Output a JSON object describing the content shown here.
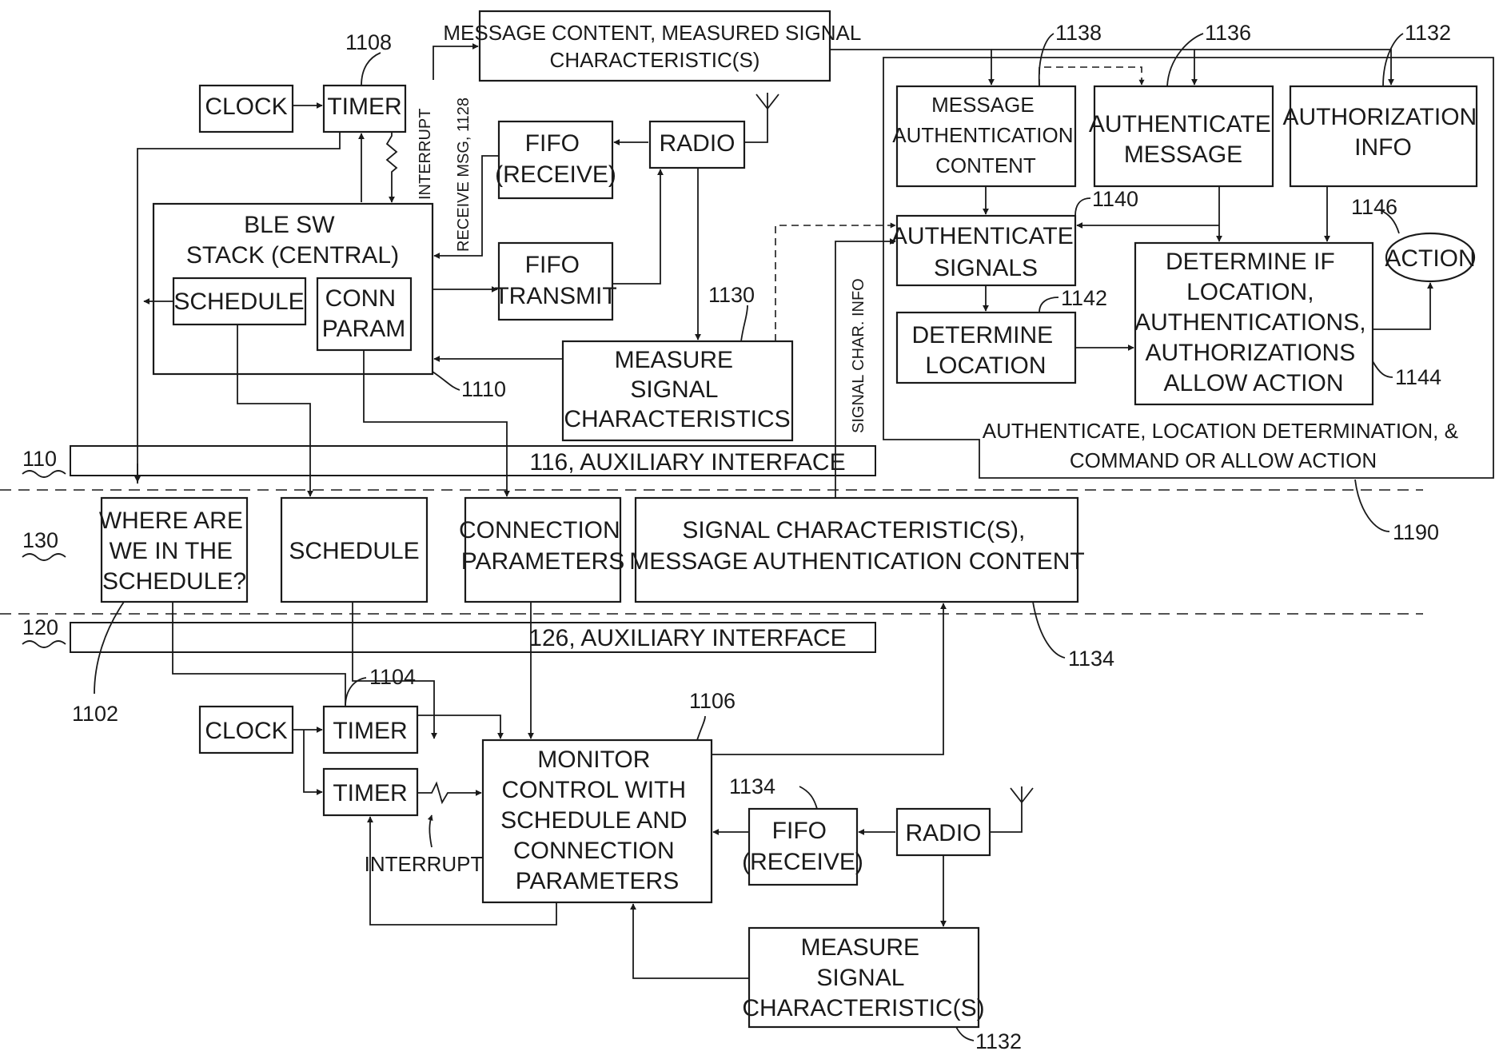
{
  "blocks": {
    "message_content": [
      "MESSAGE CONTENT, MEASURED SIGNAL",
      "CHARACTERISTIC(S)"
    ],
    "clock_top": "CLOCK",
    "timer_top": "TIMER",
    "fifo_receive_top": [
      "FIFO",
      "(RECEIVE)"
    ],
    "radio_top": "RADIO",
    "ble_stack": [
      "BLE SW",
      "STACK (CENTRAL)"
    ],
    "schedule_top": "SCHEDULE",
    "conn_param": [
      "CONN",
      "PARAM"
    ],
    "fifo_transmit": [
      "FIFO",
      "TRANSMIT"
    ],
    "measure_top": [
      "MEASURE",
      "SIGNAL",
      "CHARACTERISTICS"
    ],
    "msg_auth_content": [
      "MESSAGE",
      "AUTHENTICATION",
      "CONTENT"
    ],
    "authenticate_message": [
      "AUTHENTICATE",
      "MESSAGE"
    ],
    "authorization_info": [
      "AUTHORIZATION",
      "INFO"
    ],
    "authenticate_signals": [
      "AUTHENTICATE",
      "SIGNALS"
    ],
    "action": "ACTION",
    "determine_location": [
      "DETERMINE",
      "LOCATION"
    ],
    "determine_if": [
      "DETERMINE IF",
      "LOCATION,",
      "AUTHENTICATIONS,",
      "AUTHORIZATIONS",
      "ALLOW ACTION"
    ],
    "aux_interface_top": "116, AUXILIARY INTERFACE",
    "where_schedule": [
      "WHERE ARE",
      "WE IN THE",
      "SCHEDULE?"
    ],
    "schedule_mid": "SCHEDULE",
    "connection_params": [
      "CONNECTION",
      "PARAMETERS"
    ],
    "signal_char_content": [
      "SIGNAL CHARACTERISTIC(S),",
      "MESSAGE AUTHENTICATION CONTENT"
    ],
    "aux_interface_bottom": "126, AUXILIARY INTERFACE",
    "clock_bottom": "CLOCK",
    "timer_bottom_1": "TIMER",
    "timer_bottom_2": "TIMER",
    "monitor_control": [
      "MONITOR",
      "CONTROL WITH",
      "SCHEDULE AND",
      "CONNECTION",
      "PARAMETERS"
    ],
    "fifo_receive_bottom": [
      "FIFO",
      "(RECEIVE)"
    ],
    "radio_bottom": "RADIO",
    "measure_bottom": [
      "MEASURE",
      "SIGNAL",
      "CHARACTERISTIC(S)"
    ]
  },
  "labels": {
    "interrupt_vertical": "INTERRUPT",
    "receive_msg_vertical": "RECEIVE MSG, 1128",
    "signal_char_info_vertical": "SIGNAL CHAR. INFO",
    "interrupt_bottom": "INTERRUPT",
    "region_caption": [
      "AUTHENTICATE, LOCATION DETERMINATION, &",
      "COMMAND OR ALLOW ACTION"
    ]
  },
  "refs": {
    "r1108": "1108",
    "r1138": "1138",
    "r1136": "1136",
    "r1132_top": "1132",
    "r1140": "1140",
    "r1146": "1146",
    "r1130": "1130",
    "r1142": "1142",
    "r1110": "1110",
    "r1144": "1144",
    "r110": "110",
    "r130": "130",
    "r1190": "1190",
    "r120": "120",
    "r1134_mid": "1134",
    "r1104": "1104",
    "r1102": "1102",
    "r1106": "1106",
    "r1134_fifo": "1134",
    "r1132_bottom": "1132"
  },
  "icons": [
    "antenna-icon",
    "antenna-icon",
    "interrupt-zigzag-icon",
    "interrupt-zigzag-icon"
  ]
}
